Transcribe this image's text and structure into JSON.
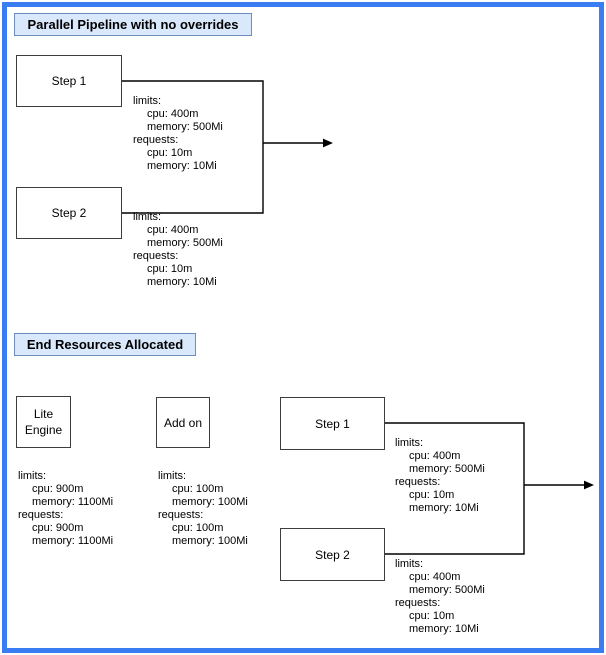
{
  "colors": {
    "frame_border": "#3a7cf1",
    "title_fill": "#dae8fc",
    "title_stroke": "#6c8ebf",
    "node_stroke": "#3d3d3d",
    "connector": "#000000"
  },
  "section1": {
    "title": "Parallel Pipeline with no overrides",
    "steps": [
      {
        "label": "Step 1",
        "resources": [
          "limits:",
          "cpu: 400m",
          "memory: 500Mi",
          "requests:",
          "cpu: 10m",
          "memory: 10Mi"
        ]
      },
      {
        "label": "Step 2",
        "resources": [
          "limits:",
          "cpu: 400m",
          "memory: 500Mi",
          "requests:",
          "cpu: 10m",
          "memory: 10Mi"
        ]
      }
    ]
  },
  "section2": {
    "title": "End Resources Allocated",
    "nodes": [
      {
        "label_lines": [
          "Lite",
          "Engine"
        ],
        "resources": [
          "limits:",
          "cpu: 900m",
          "memory: 1100Mi",
          "requests:",
          "cpu: 900m",
          "memory: 1100Mi"
        ]
      },
      {
        "label": "Add on",
        "resources": [
          "limits:",
          "cpu: 100m",
          "memory: 100Mi",
          "requests:",
          "cpu: 100m",
          "memory: 100Mi"
        ]
      },
      {
        "label": "Step 1",
        "resources": [
          "limits:",
          "cpu: 400m",
          "memory: 500Mi",
          "requests:",
          "cpu: 10m",
          "memory: 10Mi"
        ]
      },
      {
        "label": "Step 2",
        "resources": [
          "limits:",
          "cpu: 400m",
          "memory: 500Mi",
          "requests:",
          "cpu: 10m",
          "memory: 10Mi"
        ]
      }
    ]
  }
}
